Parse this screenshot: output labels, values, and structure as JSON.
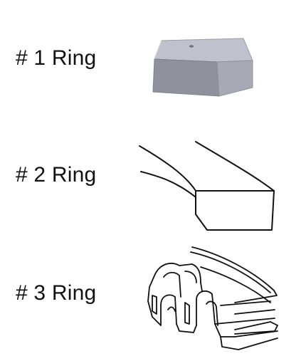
{
  "rings": [
    {
      "label": "# 1 Ring",
      "illustration": "ring-1-block-icon"
    },
    {
      "label": "# 2 Ring",
      "illustration": "ring-2-cross-section-icon"
    },
    {
      "label": "# 3 Ring",
      "illustration": "ring-3-oil-ring-icon"
    }
  ],
  "colors": {
    "text": "#111111",
    "block_top": "#b9bcc6",
    "block_front": "#8e919c",
    "block_side": "#a6a9b3",
    "line": "#111111"
  }
}
